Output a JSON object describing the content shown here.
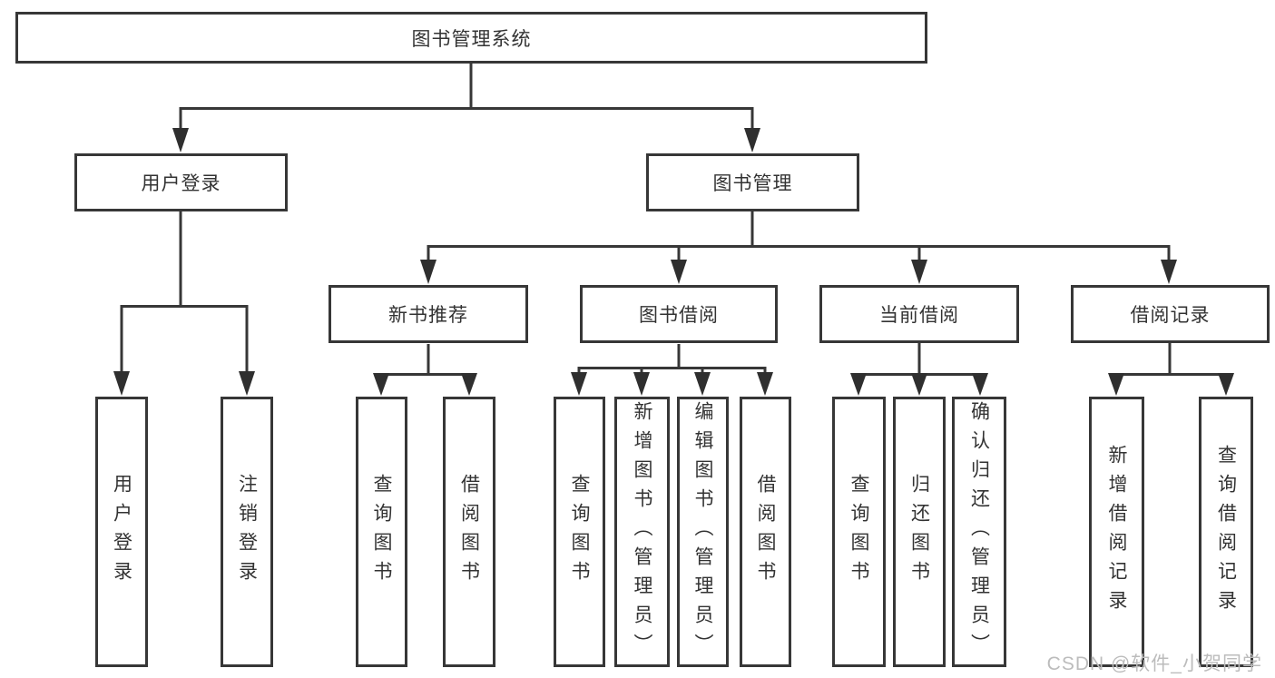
{
  "diagram": {
    "title": "图书管理系统",
    "root": {
      "label": "图书管理系统"
    },
    "level2": [
      {
        "label": "用户登录"
      },
      {
        "label": "图书管理"
      }
    ],
    "level3": [
      {
        "label": "新书推荐"
      },
      {
        "label": "图书借阅"
      },
      {
        "label": "当前借阅"
      },
      {
        "label": "借阅记录"
      }
    ],
    "leaves": [
      {
        "label": "用户登录",
        "parent": "用户登录"
      },
      {
        "label": "注销登录",
        "parent": "用户登录"
      },
      {
        "label": "查询图书",
        "parent": "新书推荐"
      },
      {
        "label": "借阅图书",
        "parent": "新书推荐"
      },
      {
        "label": "查询图书",
        "parent": "图书借阅"
      },
      {
        "label": "新增图书（管理员）",
        "parent": "图书借阅"
      },
      {
        "label": "编辑图书（管理员）",
        "parent": "图书借阅"
      },
      {
        "label": "借阅图书",
        "parent": "图书借阅"
      },
      {
        "label": "查询图书",
        "parent": "当前借阅"
      },
      {
        "label": "归还图书",
        "parent": "当前借阅"
      },
      {
        "label": "确认归还（管理员）",
        "parent": "当前借阅"
      },
      {
        "label": "新增借阅记录",
        "parent": "借阅记录"
      },
      {
        "label": "查询借阅记录",
        "parent": "借阅记录"
      }
    ],
    "watermark": {
      "text": "CSDN @软件_小贺同学"
    },
    "colors": {
      "line": "#373737",
      "arrow": "#2f2f2f",
      "text": "#333333",
      "watermark": "#bcbcbc",
      "background": "#ffffff"
    }
  }
}
